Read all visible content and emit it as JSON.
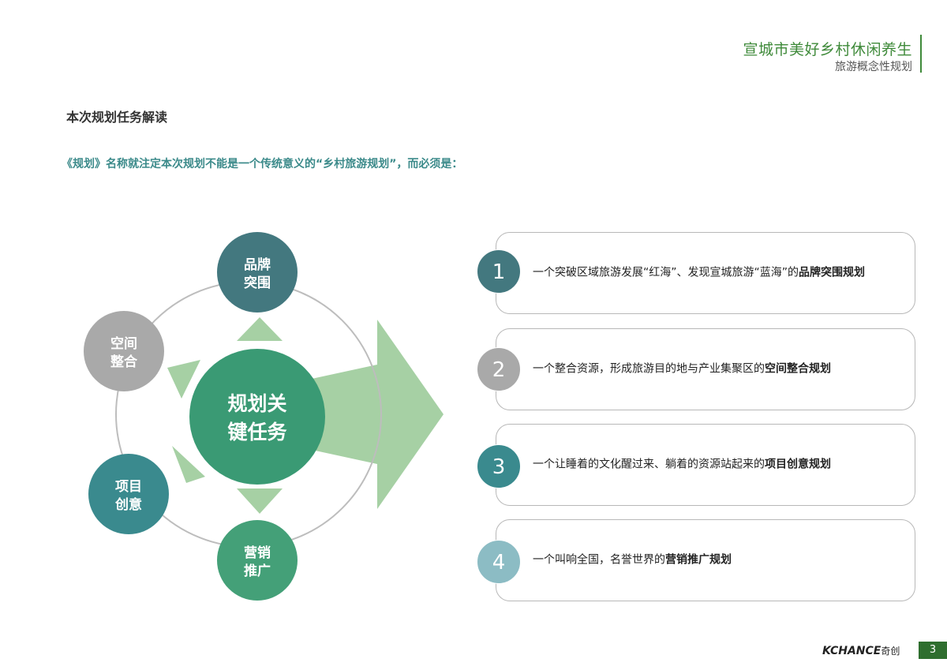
{
  "header": {
    "title": "宣城市美好乡村休闲养生",
    "subtitle": "旅游概念性规划"
  },
  "section_title": "本次规划任务解读",
  "intro": "《规划》名称就注定本次规划不能是一个传统意义的“乡村旅游规划”，而必须是：",
  "diagram": {
    "center": {
      "line1": "规划关",
      "line2": "键任务",
      "color": "#3a9a74"
    },
    "nodes": {
      "top": {
        "line1": "品牌",
        "line2": "突围",
        "color": "#43787f"
      },
      "left": {
        "line1": "空间",
        "line2": "整合",
        "color": "#a9a9a9"
      },
      "bottom_left": {
        "line1": "项目",
        "line2": "创意",
        "color": "#3a8a8e"
      },
      "bottom": {
        "line1": "营销",
        "line2": "推广",
        "color": "#44a078"
      }
    },
    "arrow_color": "#a6d0a4",
    "ring_color": "#bdbdbd"
  },
  "tasks": [
    {
      "number": "1",
      "color": "#43787f",
      "text": "一个突破区域旅游发展“红海”、发现宣城旅游“蓝海”的",
      "bold": "品牌突围规划"
    },
    {
      "number": "2",
      "color": "#a9a9a9",
      "text": "一个整合资源，形成旅游目的地与产业集聚区的",
      "bold": "空间整合规划"
    },
    {
      "number": "3",
      "color": "#3a8a8e",
      "text": "一个让睡着的文化醒过来、躺着的资源站起来的",
      "bold": "项目创意规划"
    },
    {
      "number": "4",
      "color": "#8cbcc4",
      "text": "一个叫响全国，名誉世界的",
      "bold": "营销推广规划"
    }
  ],
  "footer": {
    "logo": "KCHANCE",
    "logo_cn": "奇创",
    "page": "3"
  }
}
